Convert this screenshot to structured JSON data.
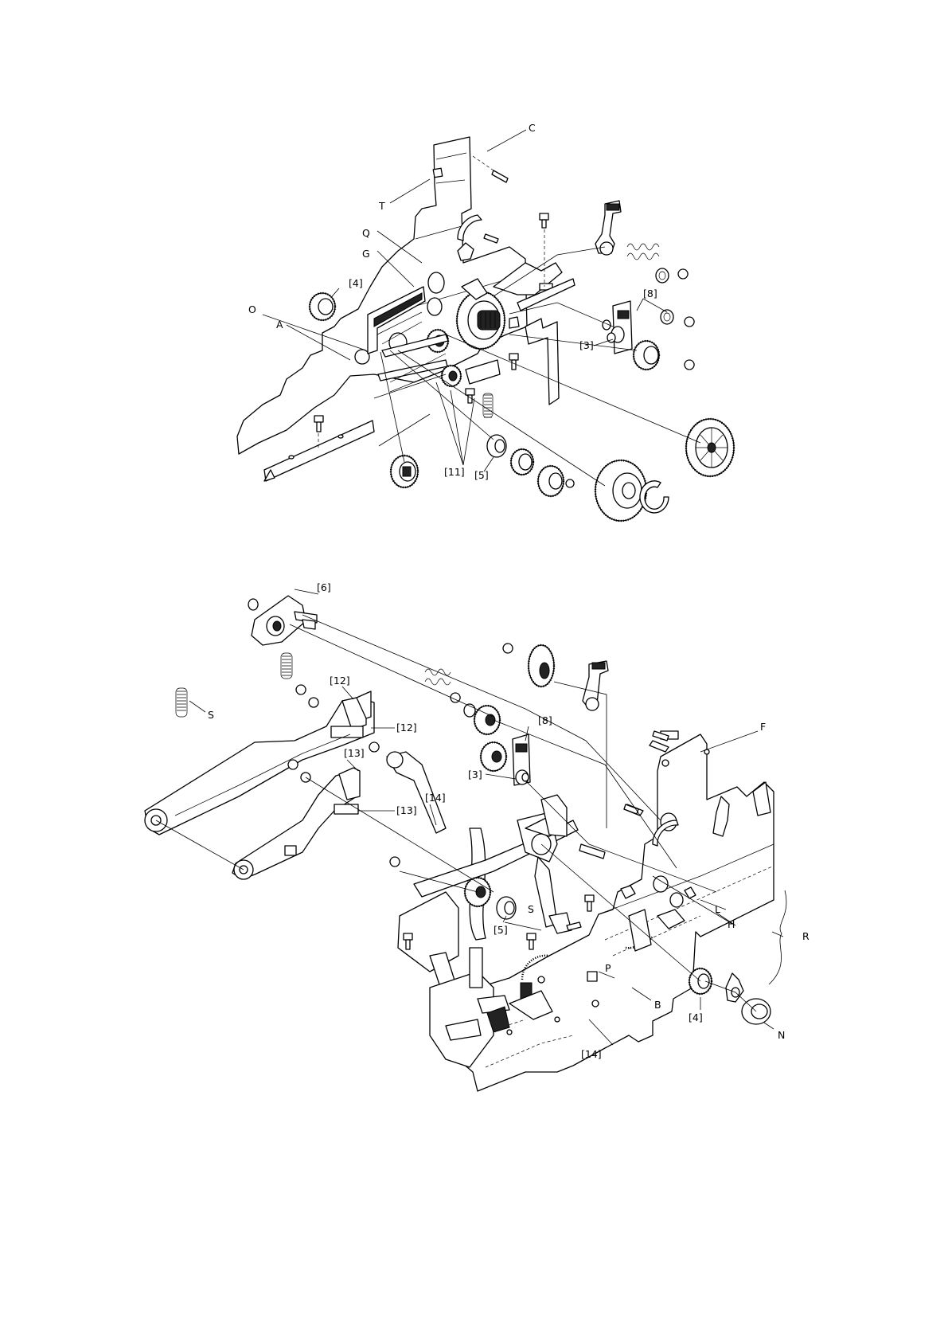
{
  "top_view": {
    "labels": {
      "C": "C",
      "T": "T",
      "Q": "Q",
      "G": "G",
      "O": "O",
      "A": "A",
      "ref4": "[4]",
      "ref8": "[8]",
      "ref3": "[3]",
      "ref11": "[11]",
      "ref5": "[5]"
    }
  },
  "bottom_view": {
    "labels": {
      "ref6": "[6]",
      "S1": "S",
      "ref12a": "[12]",
      "ref12b": "[12]",
      "ref13a": "[13]",
      "ref13b": "[13]",
      "ref14a": "[14]",
      "ref8": "[8]",
      "ref3": "[3]",
      "F": "F",
      "ref5": "[5]",
      "S2": "S",
      "H": "H",
      "L": "L",
      "R": "R",
      "P": "P",
      "B": "B",
      "ref4": "[4]",
      "N": "N",
      "ref14b": "[14]"
    }
  }
}
